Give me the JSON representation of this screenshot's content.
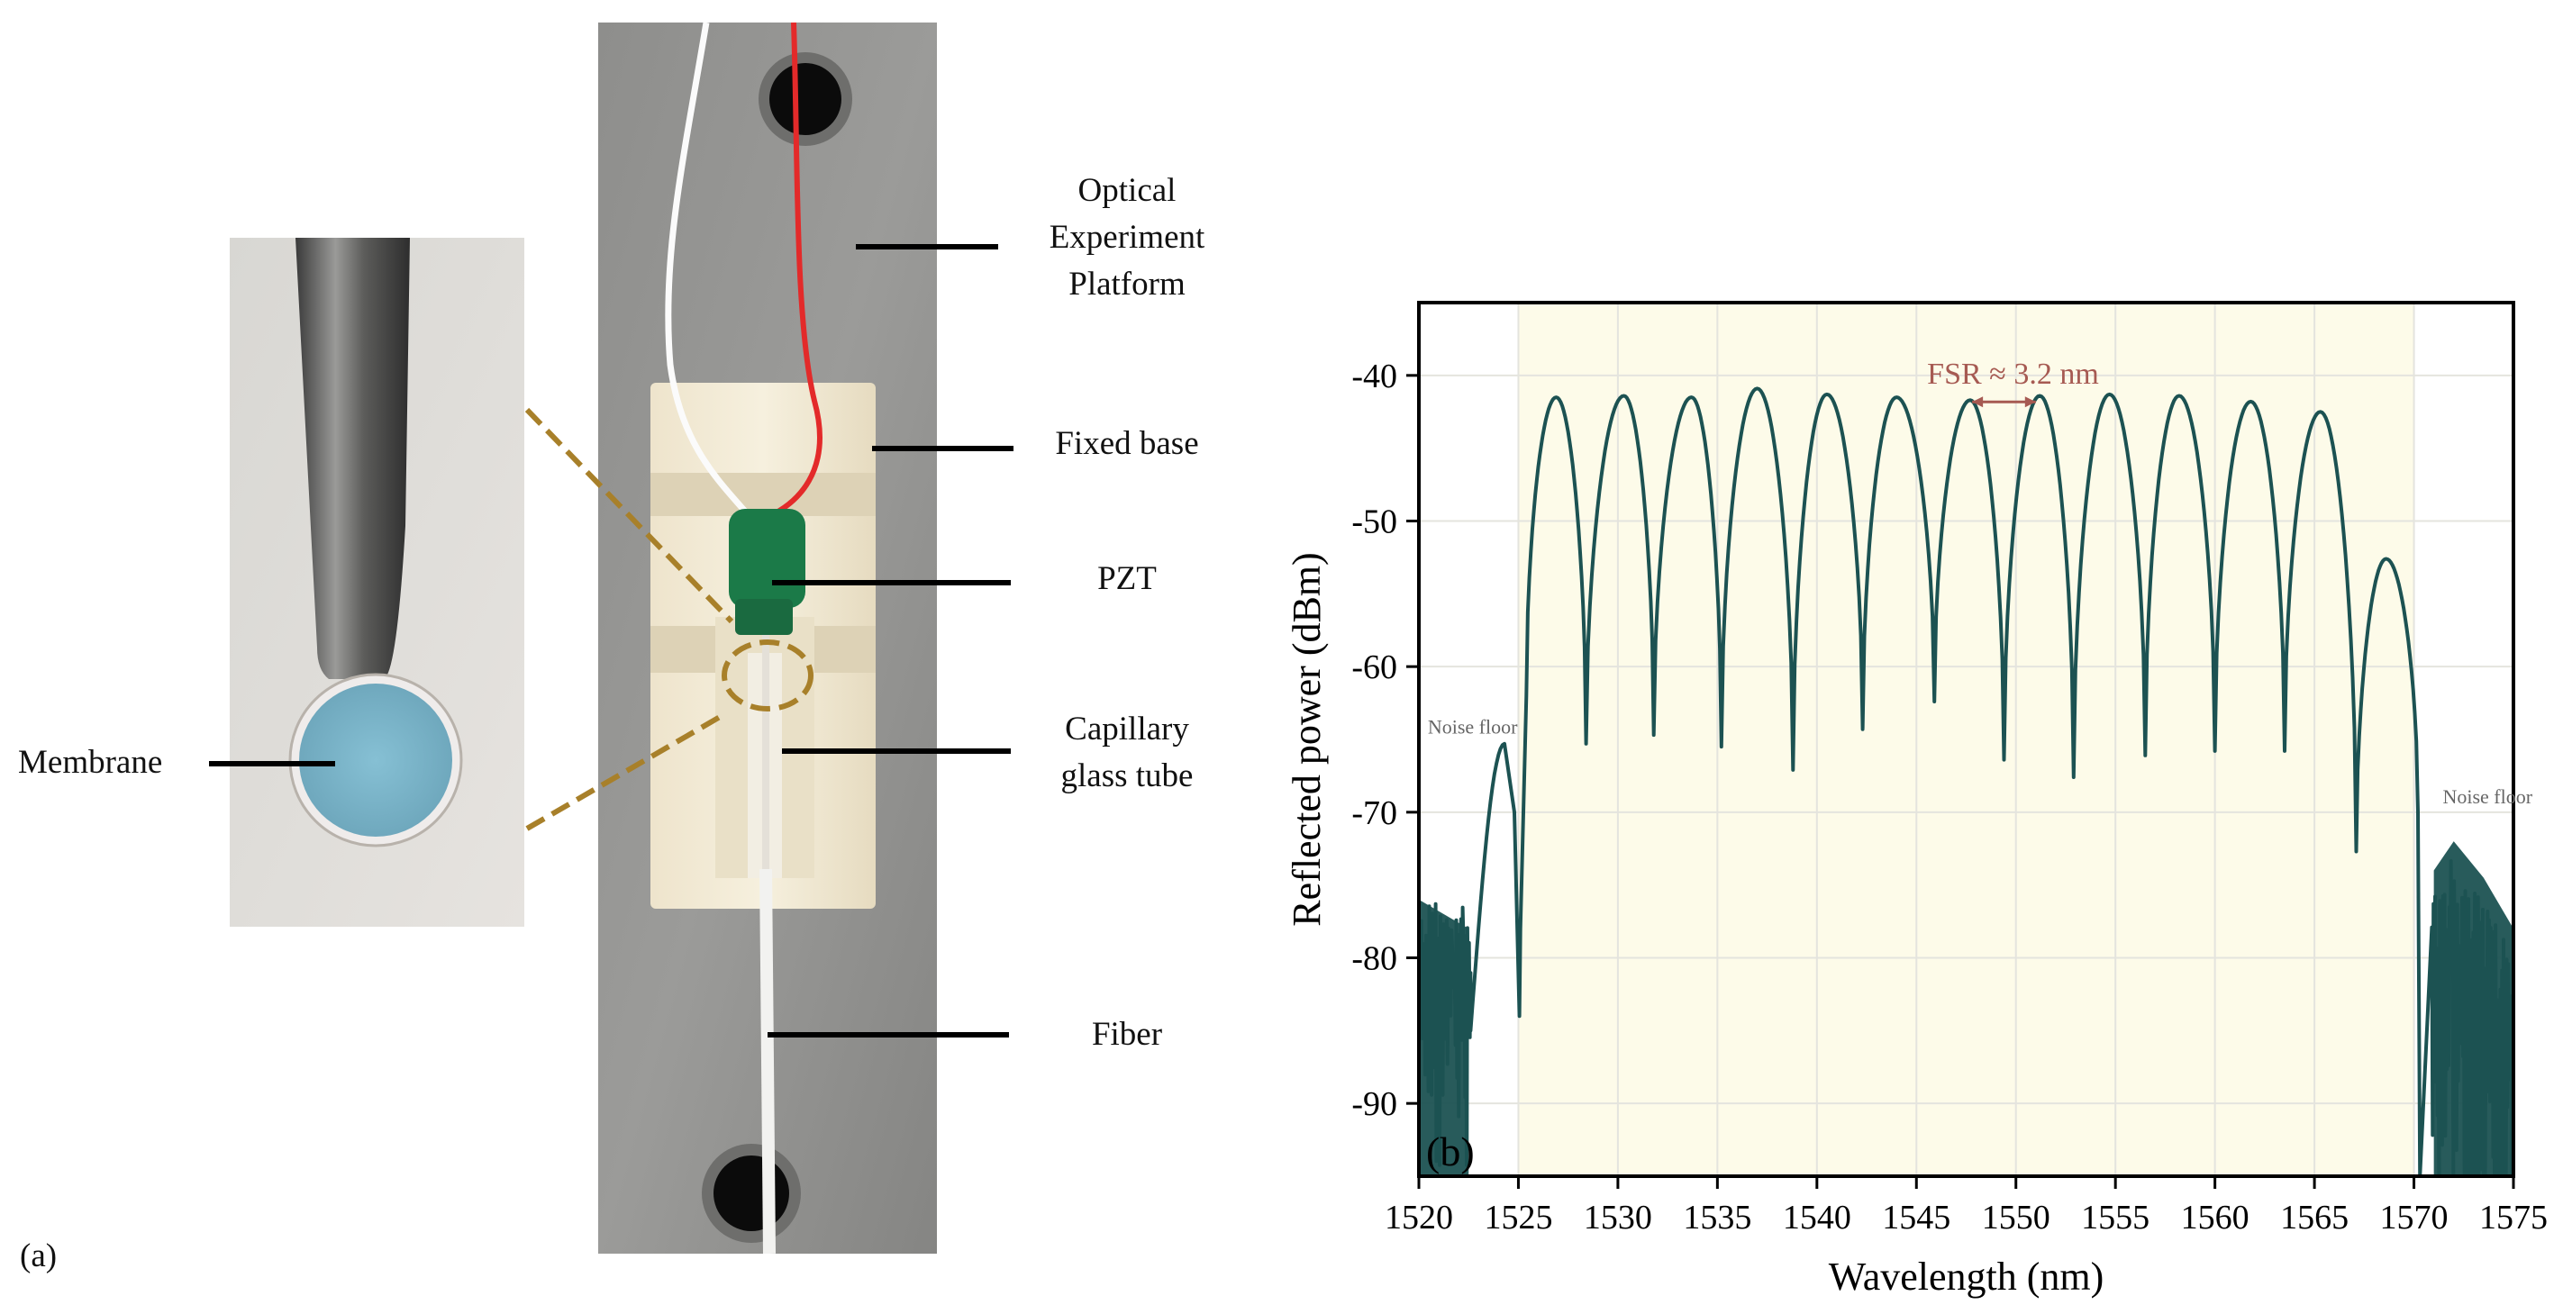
{
  "panel_a": {
    "tag": "(a)",
    "labels": {
      "optical_platform": [
        "Optical",
        "Experiment",
        "Platform"
      ],
      "fixed_base": "Fixed base",
      "pzt": "PZT",
      "capillary": [
        "Capillary",
        "glass tube"
      ],
      "fiber": "Fiber",
      "membrane": "Membrane"
    },
    "colors": {
      "plate": "#8f8f8d",
      "base": "#f1e9d3",
      "pzt": "#1b7a48",
      "red_wire": "#e32a2a",
      "membrane": "#79b3c9",
      "dashed_callout": "#a8802a"
    }
  },
  "chart_data": {
    "type": "line",
    "panel_tag": "(b)",
    "xlabel": "Wavelength (nm)",
    "ylabel": "Reflected power (dBm)",
    "xlim": [
      1520,
      1575
    ],
    "ylim": [
      -95,
      -35
    ],
    "xticks": [
      1520,
      1525,
      1530,
      1535,
      1540,
      1545,
      1550,
      1555,
      1560,
      1565,
      1570,
      1575
    ],
    "yticks": [
      -40,
      -50,
      -60,
      -70,
      -80,
      -90
    ],
    "grid": true,
    "highlight_band": [
      1525,
      1570
    ],
    "line_color": "#1c5252",
    "band_color": "#fdfbe9",
    "annotation": {
      "text": "FSR ≈ 3.2 nm",
      "x1": 1547.8,
      "x2": 1551.0,
      "y": -41.2,
      "color": "#a65a52"
    },
    "noise_floor_labels": [
      {
        "text": "Noise floor",
        "x": 1522.7,
        "y": -64.6
      },
      {
        "text": "Noise floor",
        "x": 1573.7,
        "y": -69.4
      }
    ],
    "peaks": [
      {
        "x": 1526.9,
        "y": -41.5
      },
      {
        "x": 1530.3,
        "y": -41.4
      },
      {
        "x": 1533.7,
        "y": -41.5
      },
      {
        "x": 1537.0,
        "y": -40.9
      },
      {
        "x": 1540.5,
        "y": -41.3
      },
      {
        "x": 1544.0,
        "y": -41.5
      },
      {
        "x": 1547.7,
        "y": -41.7
      },
      {
        "x": 1551.2,
        "y": -41.4
      },
      {
        "x": 1554.7,
        "y": -41.3
      },
      {
        "x": 1558.2,
        "y": -41.4
      },
      {
        "x": 1561.8,
        "y": -41.8
      },
      {
        "x": 1565.3,
        "y": -42.5
      },
      {
        "x": 1568.6,
        "y": -52.6
      }
    ],
    "dips": [
      {
        "x": 1528.4,
        "y": -65.3
      },
      {
        "x": 1531.8,
        "y": -64.7
      },
      {
        "x": 1535.2,
        "y": -65.5
      },
      {
        "x": 1538.8,
        "y": -67.1
      },
      {
        "x": 1542.3,
        "y": -64.3
      },
      {
        "x": 1545.9,
        "y": -62.4
      },
      {
        "x": 1549.4,
        "y": -66.4
      },
      {
        "x": 1552.9,
        "y": -67.6
      },
      {
        "x": 1556.5,
        "y": -66.1
      },
      {
        "x": 1560.0,
        "y": -65.8
      },
      {
        "x": 1563.5,
        "y": -65.8
      },
      {
        "x": 1567.1,
        "y": -72.7
      }
    ],
    "left_noise": {
      "x_start": 1520,
      "peak_x": 1524.3,
      "peak_y": -65.3,
      "cutoff_x": 1525.1
    },
    "right_noise": {
      "cutoff_x": 1570.3,
      "hump_x": 1572.0,
      "hump_y": -71.3,
      "x_end": 1575
    }
  }
}
